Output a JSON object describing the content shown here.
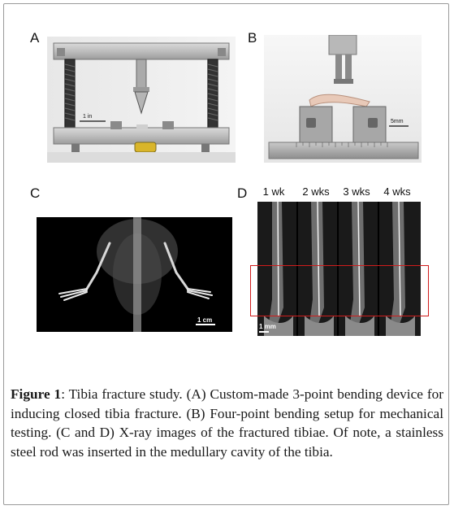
{
  "panels": {
    "a": {
      "letter": "A",
      "scale_label": "1 in"
    },
    "b": {
      "letter": "B",
      "scale_label": "5mm"
    },
    "c": {
      "letter": "C",
      "scale_label": "1 cm"
    },
    "d": {
      "letter": "D",
      "scale_label": "1 mm",
      "timepoints": [
        "1 wk",
        "2 wks",
        "3 wks",
        "4 wks"
      ]
    }
  },
  "caption": {
    "label": "Figure 1",
    "text": ": Tibia fracture study. (A) Custom-made 3-point bending device for inducing closed tibia fracture. (B) Four-point bending setup for mechanical testing. (C and D) X-ray images of the fractured tibiae. Of note, a stainless steel rod was inserted in the medullary cavity of the tibia."
  },
  "colors": {
    "highlight_box": "#d01c1c",
    "frame_border": "#9a9a9a"
  }
}
